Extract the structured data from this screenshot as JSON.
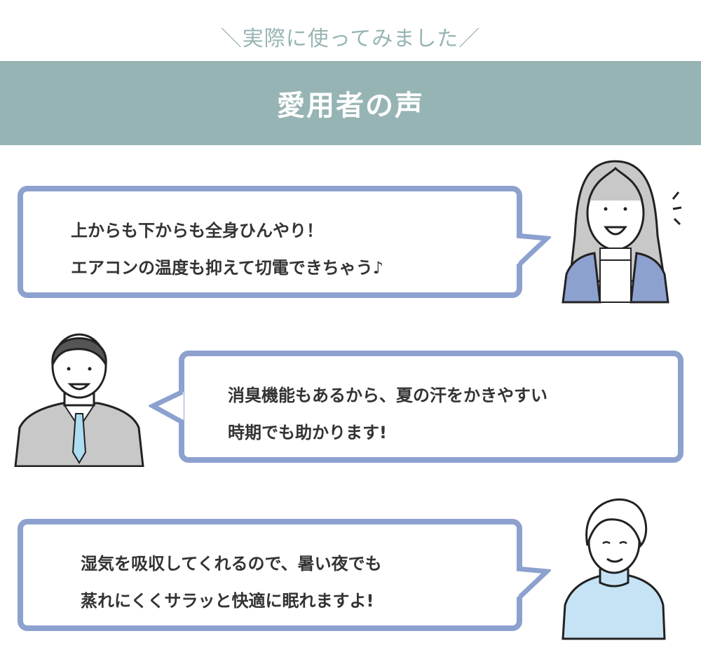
{
  "header": {
    "subtitle": "＼実際に使ってみました／",
    "title": "愛用者の声"
  },
  "testimonials": [
    {
      "lines": [
        "上からも下からも全身ひんやり！",
        "エアコンの温度も抑えて切電できちゃう♪"
      ],
      "person": "young-woman"
    },
    {
      "lines": [
        "消臭機能もあるから、夏の汗をかきやすい",
        "時期でも助かります!"
      ],
      "person": "businessman"
    },
    {
      "lines": [
        "湿気を吸収してくれるので、暑い夜でも",
        "蒸れにくくサラッと快適に眠れますよ!"
      ],
      "person": "older-woman"
    }
  ],
  "colors": {
    "band": "#97b4b4",
    "bubble_border": "#8da1cf",
    "text": "#333333"
  }
}
